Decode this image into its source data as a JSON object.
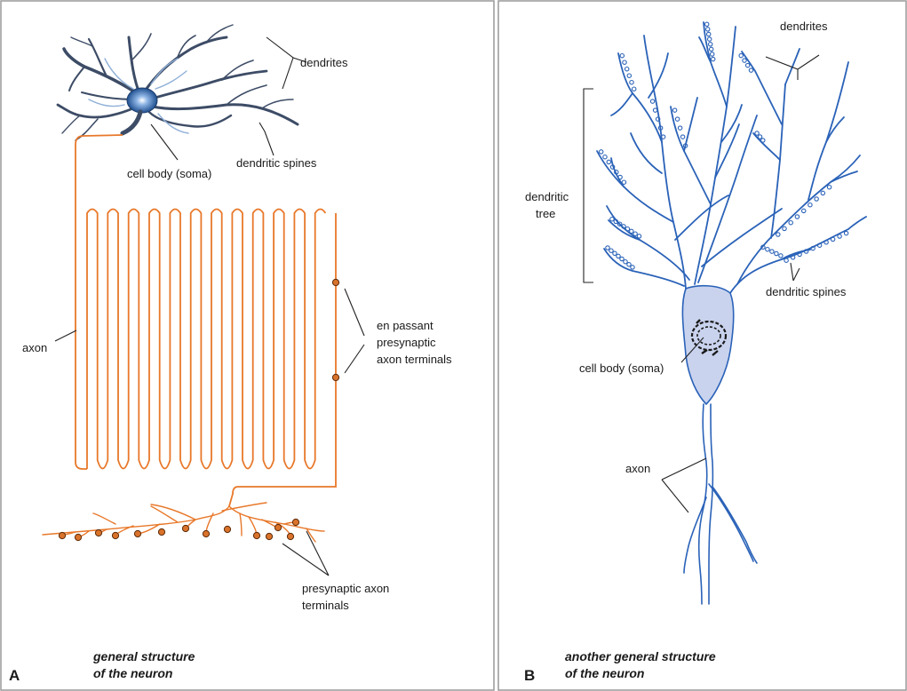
{
  "panels": [
    {
      "letter": "A",
      "caption": [
        "general structure",
        "of the neuron"
      ],
      "labels": {
        "dendrites": "dendrites",
        "cell_body": "cell body (soma)",
        "dendritic_spines": "dendritic spines",
        "axon": "axon",
        "en_passant": [
          "en passant",
          "presynaptic",
          "axon terminals"
        ],
        "presynaptic_terminals": [
          "presynaptic axon",
          "terminals"
        ]
      }
    },
    {
      "letter": "B",
      "caption": [
        "another general structure",
        "of the neuron"
      ],
      "labels": {
        "dendrites": "dendrites",
        "dendritic_tree": [
          "dendritic",
          "tree"
        ],
        "dendritic_spines": "dendritic spines",
        "cell_body": "cell body (soma)",
        "axon": "axon"
      }
    }
  ],
  "colors": {
    "axon_orange": "#e8782a",
    "terminal_fill": "#d9722a",
    "neuron_blue": "#2a62b8",
    "soma_fill": "#c9d3ee",
    "dark_dendrite": "#3d4c66",
    "panel_border": "#999999",
    "leader_line": "#222222"
  }
}
